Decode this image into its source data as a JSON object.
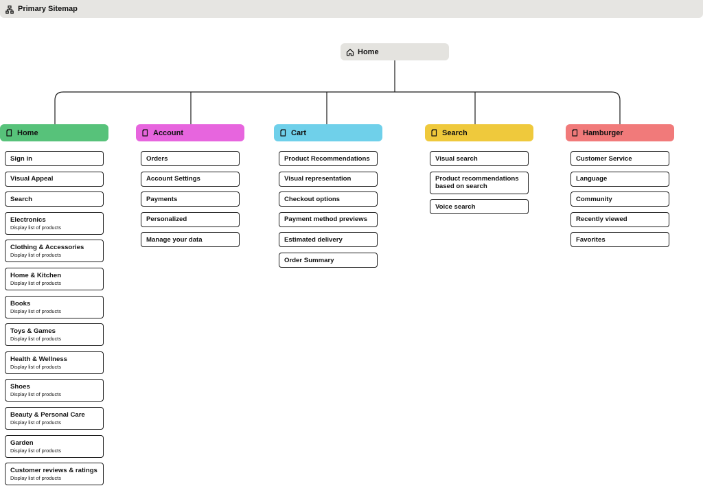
{
  "window": {
    "title": "Primary Sitemap"
  },
  "root": {
    "label": "Home"
  },
  "colors": {
    "home": "#57c27a",
    "account": "#e765de",
    "cart": "#6fd0ea",
    "search": "#efc93c",
    "hamburger": "#f17a7a"
  },
  "sections": {
    "home": {
      "label": "Home",
      "items": [
        {
          "label": "Sign in"
        },
        {
          "label": "Visual Appeal"
        },
        {
          "label": "Search"
        },
        {
          "label": "Electronics",
          "sub": "Display list of products"
        },
        {
          "label": "Clothing & Accessories",
          "sub": "Display list of products"
        },
        {
          "label": "Home & Kitchen",
          "sub": "Display list of products"
        },
        {
          "label": "Books",
          "sub": "Display list of products"
        },
        {
          "label": "Toys & Games",
          "sub": "Display list of products"
        },
        {
          "label": "Health & Wellness",
          "sub": "Display list of products"
        },
        {
          "label": "Shoes",
          "sub": "Display list of products"
        },
        {
          "label": "Beauty & Personal Care",
          "sub": "Display list of products"
        },
        {
          "label": "Garden",
          "sub": "Display list of products"
        },
        {
          "label": "Customer reviews & ratings",
          "sub": "Display list of products"
        }
      ]
    },
    "account": {
      "label": "Account",
      "items": [
        {
          "label": "Orders"
        },
        {
          "label": "Account Settings"
        },
        {
          "label": "Payments"
        },
        {
          "label": "Personalized"
        },
        {
          "label": "Manage your data"
        }
      ]
    },
    "cart": {
      "label": "Cart",
      "items": [
        {
          "label": "Product Recommendations"
        },
        {
          "label": "Visual representation"
        },
        {
          "label": "Checkout options"
        },
        {
          "label": "Payment method previews"
        },
        {
          "label": "Estimated delivery"
        },
        {
          "label": "Order Summary"
        }
      ]
    },
    "search": {
      "label": "Search",
      "items": [
        {
          "label": "Visual search"
        },
        {
          "label": "Product recommendations based on search"
        },
        {
          "label": "Voice search"
        }
      ]
    },
    "hamburger": {
      "label": "Hamburger",
      "items": [
        {
          "label": "Customer Service"
        },
        {
          "label": "Language"
        },
        {
          "label": "Community"
        },
        {
          "label": "Recently viewed"
        },
        {
          "label": "Favorites"
        }
      ]
    }
  }
}
